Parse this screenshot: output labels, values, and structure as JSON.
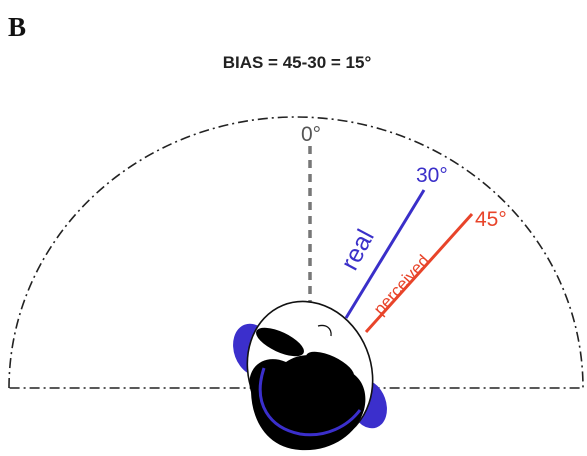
{
  "panel_label": "B",
  "title": "BIAS = 45-30 = 15°",
  "angles": {
    "zero": {
      "label": "0°",
      "color": "#555555"
    },
    "real": {
      "label": "30°",
      "line_label": "real",
      "color": "#3a2fc9"
    },
    "perceived": {
      "label": "45°",
      "line_label": "perceived",
      "color": "#e8442a"
    }
  },
  "colors": {
    "headphones": "#3b2fcc",
    "head_fill": "#000000",
    "face_fill": "#ffffff",
    "outline": "#111111"
  },
  "icons": {
    "listener": "listener-head-icon",
    "headphones": "headphones-icon"
  }
}
